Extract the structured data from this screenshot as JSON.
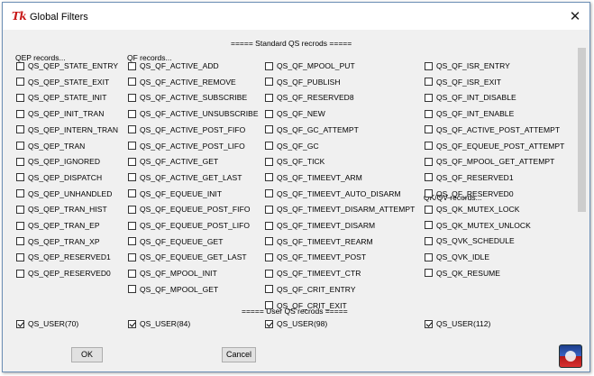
{
  "window": {
    "logo_text": "Tk",
    "title": "Global Filters",
    "close_glyph": "✕"
  },
  "sections": {
    "standard": "===== Standard QS recrods =====",
    "user": "===== User QS recrods ====="
  },
  "groups": {
    "qep": "QEP records...",
    "qf": "QF records...",
    "qk": "QK/QV records..."
  },
  "columns": [
    {
      "items": [
        {
          "label": "QS_QEP_STATE_ENTRY",
          "checked": false
        },
        {
          "label": "QS_QEP_STATE_EXIT",
          "checked": false
        },
        {
          "label": "QS_QEP_STATE_INIT",
          "checked": false
        },
        {
          "label": "QS_QEP_INIT_TRAN",
          "checked": false
        },
        {
          "label": "QS_QEP_INTERN_TRAN",
          "checked": false
        },
        {
          "label": "QS_QEP_TRAN",
          "checked": false
        },
        {
          "label": "QS_QEP_IGNORED",
          "checked": false
        },
        {
          "label": "QS_QEP_DISPATCH",
          "checked": false
        },
        {
          "label": "QS_QEP_UNHANDLED",
          "checked": false
        },
        {
          "label": "QS_QEP_TRAN_HIST",
          "checked": false
        },
        {
          "label": "QS_QEP_TRAN_EP",
          "checked": false
        },
        {
          "label": "QS_QEP_TRAN_XP",
          "checked": false
        },
        {
          "label": "QS_QEP_RESERVED1",
          "checked": false
        },
        {
          "label": "QS_QEP_RESERVED0",
          "checked": false
        }
      ]
    },
    {
      "items": [
        {
          "label": "QS_QF_ACTIVE_ADD",
          "checked": false
        },
        {
          "label": "QS_QF_ACTIVE_REMOVE",
          "checked": false
        },
        {
          "label": "QS_QF_ACTIVE_SUBSCRIBE",
          "checked": false
        },
        {
          "label": "QS_QF_ACTIVE_UNSUBSCRIBE",
          "checked": false
        },
        {
          "label": "QS_QF_ACTIVE_POST_FIFO",
          "checked": false
        },
        {
          "label": "QS_QF_ACTIVE_POST_LIFO",
          "checked": false
        },
        {
          "label": "QS_QF_ACTIVE_GET",
          "checked": false
        },
        {
          "label": "QS_QF_ACTIVE_GET_LAST",
          "checked": false
        },
        {
          "label": "QS_QF_EQUEUE_INIT",
          "checked": false
        },
        {
          "label": "QS_QF_EQUEUE_POST_FIFO",
          "checked": false
        },
        {
          "label": "QS_QF_EQUEUE_POST_LIFO",
          "checked": false
        },
        {
          "label": "QS_QF_EQUEUE_GET",
          "checked": false
        },
        {
          "label": "QS_QF_EQUEUE_GET_LAST",
          "checked": false
        },
        {
          "label": "QS_QF_MPOOL_INIT",
          "checked": false
        },
        {
          "label": "QS_QF_MPOOL_GET",
          "checked": false
        }
      ]
    },
    {
      "items": [
        {
          "label": "QS_QF_MPOOL_PUT",
          "checked": false
        },
        {
          "label": "QS_QF_PUBLISH",
          "checked": false
        },
        {
          "label": "QS_QF_RESERVED8",
          "checked": false
        },
        {
          "label": "QS_QF_NEW",
          "checked": false
        },
        {
          "label": "QS_QF_GC_ATTEMPT",
          "checked": false
        },
        {
          "label": "QS_QF_GC",
          "checked": false
        },
        {
          "label": "QS_QF_TICK",
          "checked": false
        },
        {
          "label": "QS_QF_TIMEEVT_ARM",
          "checked": false
        },
        {
          "label": "QS_QF_TIMEEVT_AUTO_DISARM",
          "checked": false
        },
        {
          "label": "QS_QF_TIMEEVT_DISARM_ATTEMPT",
          "checked": false
        },
        {
          "label": "QS_QF_TIMEEVT_DISARM",
          "checked": false
        },
        {
          "label": "QS_QF_TIMEEVT_REARM",
          "checked": false
        },
        {
          "label": "QS_QF_TIMEEVT_POST",
          "checked": false
        },
        {
          "label": "QS_QF_TIMEEVT_CTR",
          "checked": false
        },
        {
          "label": "QS_QF_CRIT_ENTRY",
          "checked": false
        },
        {
          "label": "QS_QF_CRIT_EXIT",
          "checked": false
        }
      ]
    },
    {
      "items": [
        {
          "label": "QS_QF_ISR_ENTRY",
          "checked": false
        },
        {
          "label": "QS_QF_ISR_EXIT",
          "checked": false
        },
        {
          "label": "QS_QF_INT_DISABLE",
          "checked": false
        },
        {
          "label": "QS_QF_INT_ENABLE",
          "checked": false
        },
        {
          "label": "QS_QF_ACTIVE_POST_ATTEMPT",
          "checked": false
        },
        {
          "label": "QS_QF_EQUEUE_POST_ATTEMPT",
          "checked": false
        },
        {
          "label": "QS_QF_MPOOL_GET_ATTEMPT",
          "checked": false
        },
        {
          "label": "QS_QF_RESERVED1",
          "checked": false
        },
        {
          "label": "QS_QF_RESERVED0",
          "checked": false
        }
      ],
      "qk_items": [
        {
          "label": "QS_QK_MUTEX_LOCK",
          "checked": false
        },
        {
          "label": "QS_QK_MUTEX_UNLOCK",
          "checked": false
        },
        {
          "label": "QS_QVK_SCHEDULE",
          "checked": false
        },
        {
          "label": "QS_QVK_IDLE",
          "checked": false
        },
        {
          "label": "QS_QK_RESUME",
          "checked": false
        }
      ]
    }
  ],
  "user_records": [
    {
      "label": "QS_USER(70)",
      "checked": true
    },
    {
      "label": "QS_USER(84)",
      "checked": true
    },
    {
      "label": "QS_USER(98)",
      "checked": true
    },
    {
      "label": "QS_USER(112)",
      "checked": true
    }
  ],
  "buttons": {
    "ok": "OK",
    "cancel": "Cancel"
  },
  "icons": {
    "close": "close-icon",
    "app_logo": "app-logo-icon",
    "corner_logo": "qspy-logo-icon"
  }
}
